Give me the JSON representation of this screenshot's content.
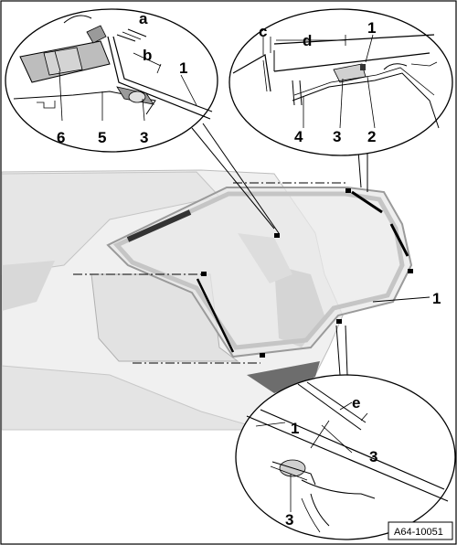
{
  "figure": {
    "reference_id": "A64-10051"
  },
  "callouts": [
    {
      "id": "tl-1",
      "text": "1"
    },
    {
      "id": "tl-a",
      "text": "a"
    },
    {
      "id": "tl-b",
      "text": "b"
    },
    {
      "id": "tl-6",
      "text": "6"
    },
    {
      "id": "tl-5",
      "text": "5"
    },
    {
      "id": "tl-3",
      "text": "3"
    },
    {
      "id": "tr-c",
      "text": "c"
    },
    {
      "id": "tr-d",
      "text": "d"
    },
    {
      "id": "tr-1",
      "text": "1"
    },
    {
      "id": "tr-4",
      "text": "4"
    },
    {
      "id": "tr-3",
      "text": "3"
    },
    {
      "id": "tr-2",
      "text": "2"
    },
    {
      "id": "main-1",
      "text": "1"
    },
    {
      "id": "br-e",
      "text": "e"
    },
    {
      "id": "br-1",
      "text": "1"
    },
    {
      "id": "br-3a",
      "text": "3"
    },
    {
      "id": "br-3b",
      "text": "3"
    }
  ],
  "colors": {
    "line": "#000000",
    "body_fill": "#ececec",
    "glass_fill": "#dcdcdc",
    "shadow_fill": "#9a9a9a",
    "dark_fill": "#555555"
  }
}
